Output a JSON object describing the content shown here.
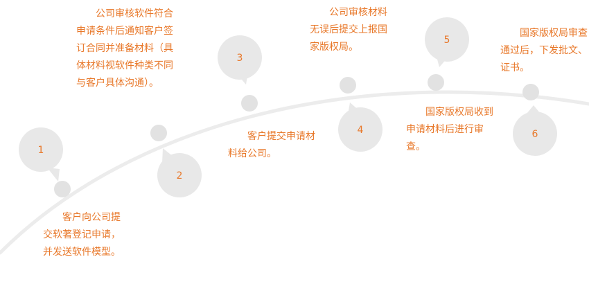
{
  "colors": {
    "accent": "#e8782a",
    "curve": "#ececec",
    "bubble": "#e8e8e8",
    "node": "#e2e2e2"
  },
  "steps": [
    {
      "number": "1",
      "text": "客户向公司提交软著登记申请，并发送软件模型。"
    },
    {
      "number": "2",
      "text": "公司审核软件符合申请条件后通知客户签订合同并准备材料（具体材料视软件种类不同与客户具体沟通）。"
    },
    {
      "number": "3",
      "text": "客户提交申请材料给公司。"
    },
    {
      "number": "4",
      "text": "公司审核材料无误后提交上报国家版权局。"
    },
    {
      "number": "5",
      "text": "国家版权局收到申请材料后进行审查。"
    },
    {
      "number": "6",
      "text": "国家版权局审查通过后，下发批文、证书。"
    }
  ]
}
